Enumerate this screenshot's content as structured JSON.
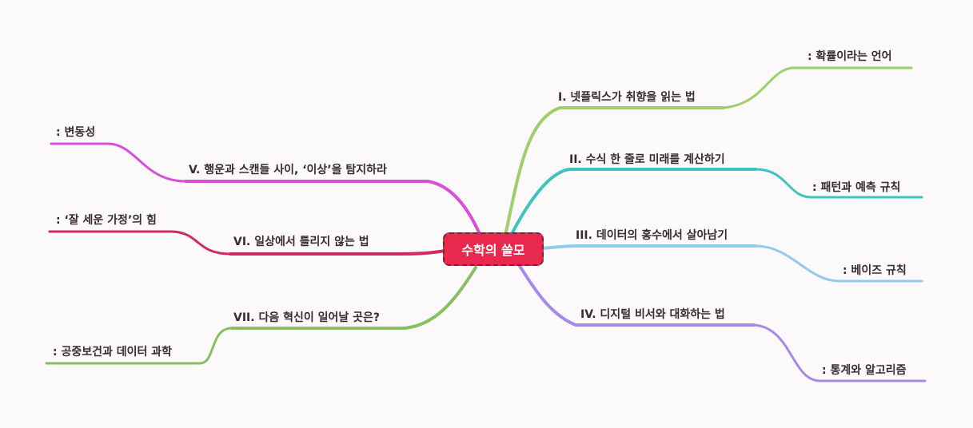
{
  "center": {
    "label": "수학의 쓸모",
    "color": "#e8284e"
  },
  "branches": [
    {
      "id": "b1",
      "label": "I. 넷플릭스가 취향을 읽는 법",
      "color": "#9fcf6a",
      "child": ": 확률이라는 언어"
    },
    {
      "id": "b2",
      "label": "II. 수식 한 줄로 미래를 계산하기",
      "color": "#3ec3c1",
      "child": ": 패턴과 예측 규칙"
    },
    {
      "id": "b3",
      "label": "III. 데이터의 홍수에서 살아남기",
      "color": "#8fcbea",
      "child": ": 베이즈 규칙"
    },
    {
      "id": "b4",
      "label": "IV. 디지털 비서와 대화하는 법",
      "color": "#a58ae8",
      "child": ": 통계와 알고리즘"
    },
    {
      "id": "b5",
      "label": "V. 행운과 스캔들 사이, ‘이상’을 탐지하라",
      "color": "#d84fd8",
      "child": ": 변동성"
    },
    {
      "id": "b6",
      "label": "VI. 일상에서 틀리지 않는 법",
      "color": "#d22a5c",
      "child": ": ‘잘 세운 가정’의 힘"
    },
    {
      "id": "b7",
      "label": "VII. 다음 혁신이 일어날 곳은?",
      "color": "#86c060",
      "child": ": 공중보건과 데이터 과학"
    }
  ]
}
